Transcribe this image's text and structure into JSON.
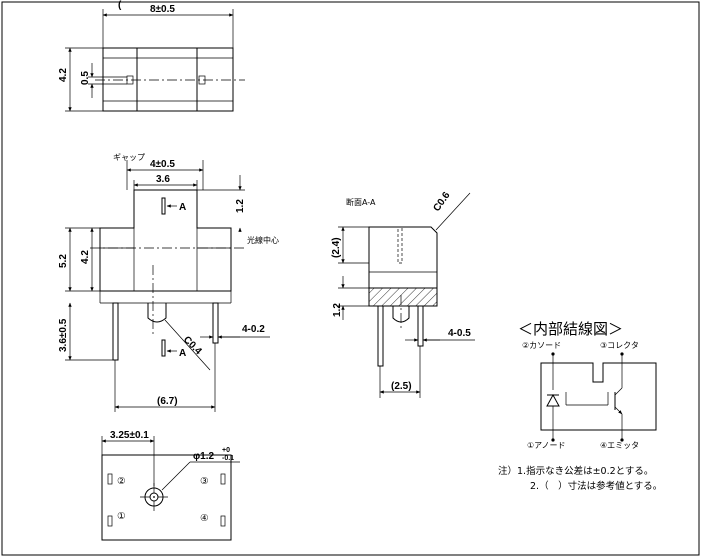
{
  "top_view": {
    "header_fragment": "(",
    "dim_width": "8±0.5",
    "dim_height": "4.2",
    "dim_slot": "0.5"
  },
  "front_view": {
    "gap_label": "ギャップ",
    "dim_gap": "4±0.5",
    "dim_inner": "3.6",
    "dim_top": "1.2",
    "section_marker_top": "A",
    "optical_center_label": "光線中心",
    "dim_body_height": "5.2",
    "dim_slot_depth": "4.2",
    "dim_lead_length": "3.6±0.5",
    "dim_chamfer": "C0.4",
    "section_marker_bottom": "A",
    "dim_lead_width": "4-0.2",
    "dim_lead_pitch": "(6.7)"
  },
  "section_view": {
    "title": "断面A-A",
    "dim_chamfer": "C0.6",
    "dim_upper": "(2.4)",
    "dim_base": "1.2",
    "dim_lead": "4-0.5",
    "dim_pitch": "(2.5)"
  },
  "bottom_view": {
    "dim_offset": "3.25±0.1",
    "dim_hole": "φ1.2",
    "tol_upper": "+0",
    "tol_lower": "-0.1",
    "pin_labels": [
      "②",
      "③",
      "①",
      "④"
    ]
  },
  "internal_diagram": {
    "title": "＜内部結線図＞",
    "pin2": "②カソード",
    "pin3": "③コレクタ",
    "pin1": "①アノード",
    "pin4": "④エミッタ"
  },
  "notes": {
    "line1": "注）1.指示なき公差は±0.2とする。",
    "line2": "2.（　）寸法は参考値とする。"
  }
}
